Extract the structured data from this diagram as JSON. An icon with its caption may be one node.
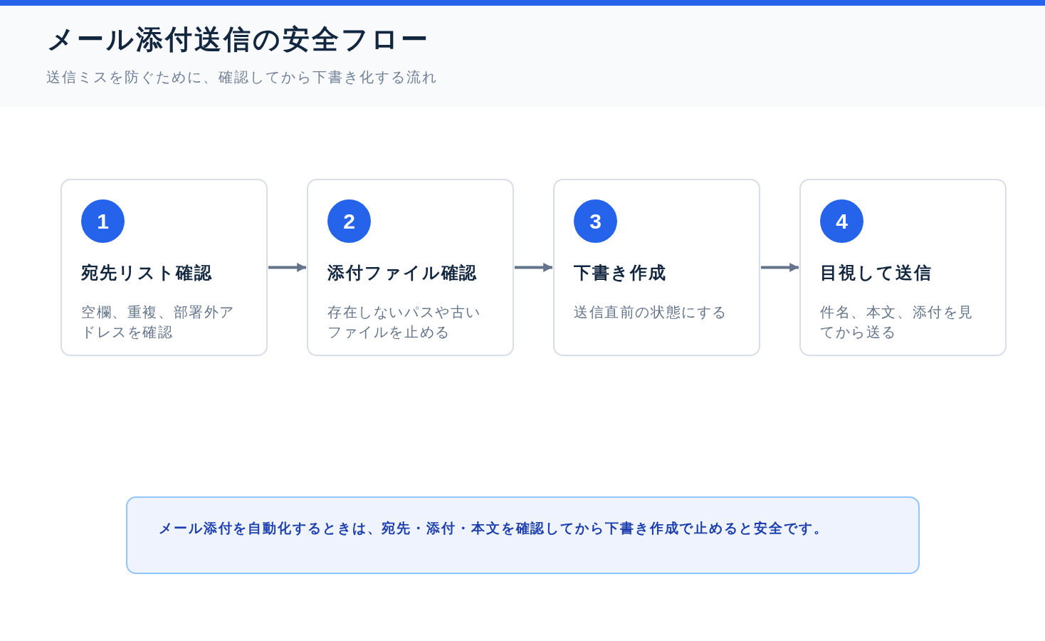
{
  "diagram": {
    "title": "メール添付送信の安全フロー",
    "nodes": [
      {
        "text": [
          "宛先リスト確認",
          "空欄、重複、部署外アドレスを確認"
        ]
      },
      {
        "text": [
          "1"
        ],
        "in": 0
      },
      {
        "text": [
          "添付ファイル確認",
          "存在しないパスや古いファイルを止める"
        ]
      },
      {
        "text": [
          "2"
        ],
        "in": 2
      },
      {
        "text": [
          "下書き作成",
          "送信直前の状態にする"
        ]
      },
      {
        "text": [
          "3"
        ],
        "in": 4
      },
      {
        "text": [
          "目視して送信",
          "件名、本文、添付を見てから送る"
        ]
      },
      {
        "text": [
          "4"
        ],
        "in": 6
      },
      {
        "text": [
          "メール添付を自動化するときは、宛先・添付・本文を確認してから下書き作成で止めると安全です。"
        ]
      }
    ],
    "edges": [
      {
        "from": 0,
        "to": 2,
        "arrow": "to"
      },
      {
        "from": 2,
        "to": 4,
        "arrow": "to"
      },
      {
        "from": 4,
        "to": 6,
        "arrow": "to"
      }
    ],
    "labels": [
      "送信ミスを防ぐために、確認してから下書き化する流れ"
    ]
  }
}
